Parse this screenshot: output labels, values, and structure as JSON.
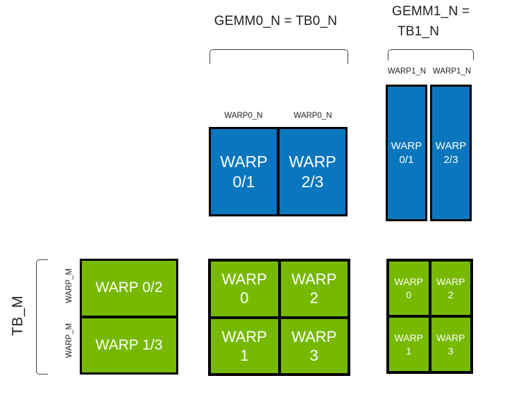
{
  "colors": {
    "blue": "#0A76BE",
    "green": "#76B900",
    "border": "#000000",
    "bracket": "#3f3f3f",
    "label_text": "#1f1f1f",
    "box_text": "#ffffff"
  },
  "labels": {
    "gemm0": "GEMM0_N = TB0_N",
    "gemm1_line1": "GEMM1_N =",
    "gemm1_line2": "TB1_N",
    "tb_m": "TB_M"
  },
  "gemm0_block": {
    "col_labels": [
      "WARP0_N",
      "WARP0_N"
    ],
    "cells": [
      {
        "line1": "WARP",
        "line2": "0/1"
      },
      {
        "line1": "WARP",
        "line2": "2/3"
      }
    ]
  },
  "gemm1_block": {
    "col_labels": [
      "WARP1_N",
      "WARP1_N"
    ],
    "cells": [
      {
        "line1": "WARP",
        "line2": "0/1"
      },
      {
        "line1": "WARP",
        "line2": "2/3"
      }
    ]
  },
  "tb_block": {
    "row_labels": [
      "WARP_M",
      "WARP_M"
    ],
    "rows": [
      "WARP 0/2",
      "WARP 1/3"
    ]
  },
  "gemm0_bottom_block": {
    "cells": [
      {
        "line1": "WARP",
        "line2": "0"
      },
      {
        "line1": "WARP",
        "line2": "2"
      },
      {
        "line1": "WARP",
        "line2": "1"
      },
      {
        "line1": "WARP",
        "line2": "3"
      }
    ]
  },
  "gemm1_bottom_block": {
    "cells": [
      {
        "line1": "WARP",
        "line2": "0"
      },
      {
        "line1": "WARP",
        "line2": "2"
      },
      {
        "line1": "WARP",
        "line2": "1"
      },
      {
        "line1": "WARP",
        "line2": "3"
      }
    ]
  }
}
